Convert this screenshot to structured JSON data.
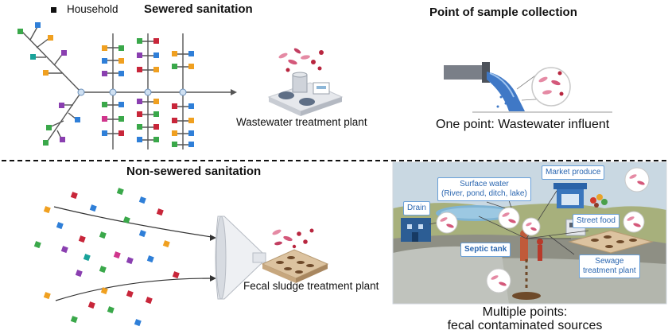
{
  "legend": {
    "label": "Household"
  },
  "sewered": {
    "title": "Sewered sanitation",
    "plant_label": "Wastewater treatment plant"
  },
  "collection": {
    "title": "Point of sample collection",
    "influent_label": "One point: Wastewater influent"
  },
  "non_sewered": {
    "title": "Non-sewered sanitation",
    "plant_label": "Fecal sludge treatment plant"
  },
  "multiple": {
    "line1": "Multiple points:",
    "line2": "fecal contaminated sources",
    "callouts": {
      "drain": "Drain",
      "surface_line1": "Surface water",
      "surface_line2": "(River, pond, ditch, lake)",
      "market": "Market produce",
      "street_food": "Street food",
      "septic": "Septic tank",
      "sewage_line1": "Sewage",
      "sewage_line2": "treatment plant"
    }
  },
  "colors": {
    "blue": "#2f7fd8",
    "red": "#c8263a",
    "green": "#3aa84a",
    "orange": "#f0a020",
    "purple": "#8a3fb0",
    "teal": "#1aa39a",
    "pink": "#d0358c",
    "line": "#555555",
    "node": "#cfe0f2"
  }
}
